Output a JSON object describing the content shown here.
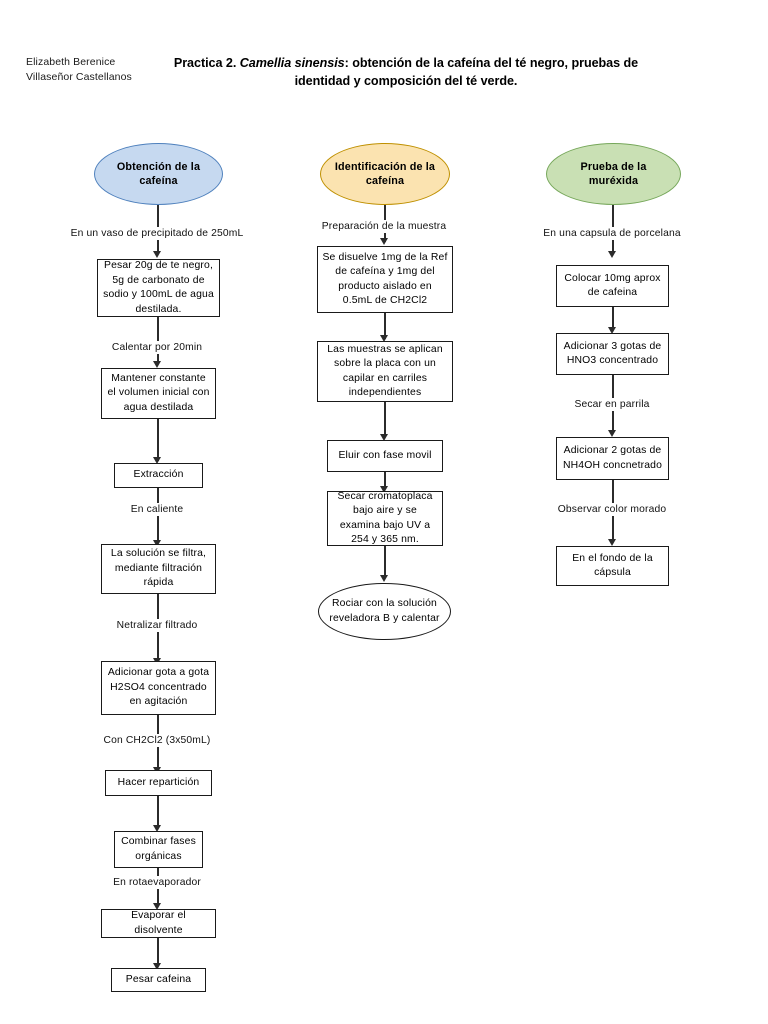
{
  "header": {
    "author_line1": "Elizabeth Berenice",
    "author_line2": "Villaseñor Castellanos",
    "title_prefix": "Practica 2. ",
    "title_species": "Camellia sinensis",
    "title_rest": ": obtención de la cafeína del té negro, pruebas de identidad y composición del té verde."
  },
  "colors": {
    "blue_fill": "#c6d9f0",
    "blue_border": "#4f81bd",
    "yellow_fill": "#fbe3b0",
    "yellow_border": "#bf9000",
    "green_fill": "#c9e0b4",
    "green_border": "#76a75a",
    "box_border": "#1a1a1a",
    "connector": "#2b2b2b",
    "page_bg": "#ffffff"
  },
  "columns": [
    {
      "id": "obtencion",
      "start": "Obtención de la cafeína",
      "nodes": [
        {
          "type": "box",
          "text": "Pesar 20g de te negro, 5g de carbonato de sodio y 100mL de agua destilada."
        },
        {
          "type": "box",
          "text": "Mantener constante el volumen inicial con agua destilada"
        },
        {
          "type": "box",
          "text": "Extracción"
        },
        {
          "type": "box",
          "text": "La solución se filtra, mediante filtración rápida"
        },
        {
          "type": "box",
          "text": "Adicionar gota a gota H2SO4 concentrado en agitación"
        },
        {
          "type": "box",
          "text": "Hacer repartición"
        },
        {
          "type": "box",
          "text": "Combinar fases orgánicas"
        },
        {
          "type": "box",
          "text": "Evaporar el disolvente"
        },
        {
          "type": "box",
          "text": "Pesar cafeina"
        }
      ],
      "edge_labels": [
        "En un vaso de precipitado de 250mL",
        "Calentar por 20min",
        "",
        "En caliente",
        "Netralizar filtrado",
        "Con CH2Cl2 (3x50mL)",
        "",
        "En rotaevaporador",
        ""
      ]
    },
    {
      "id": "identificacion",
      "start": "Identificación de la cafeína",
      "nodes": [
        {
          "type": "box",
          "text": "Se disuelve 1mg de la Ref de cafeína y 1mg del producto aislado en 0.5mL de CH2Cl2"
        },
        {
          "type": "box",
          "text": "Las muestras se aplican sobre la placa con un capilar en carriles independientes"
        },
        {
          "type": "box",
          "text": "Eluir con fase movil"
        },
        {
          "type": "box",
          "text": "Secar cromatoplaca bajo aire y se examina bajo UV a 254 y 365 nm."
        },
        {
          "type": "ellipse",
          "text": "Rociar con la solución reveladora B y calentar"
        }
      ],
      "edge_labels": [
        "Preparación de la muestra",
        "",
        "",
        "",
        ""
      ]
    },
    {
      "id": "murexida",
      "start": "Prueba de la muréxida",
      "nodes": [
        {
          "type": "box",
          "text": "Colocar 10mg aprox de cafeina"
        },
        {
          "type": "box",
          "text": "Adicionar 3 gotas de HNO3 concentrado"
        },
        {
          "type": "box",
          "text": "Adicionar 2 gotas de NH4OH concnetrado"
        },
        {
          "type": "box",
          "text": "En el fondo de la cápsula"
        }
      ],
      "edge_labels": [
        "En una capsula de porcelana",
        "",
        "Secar en parrila",
        "Observar color morado"
      ]
    }
  ]
}
